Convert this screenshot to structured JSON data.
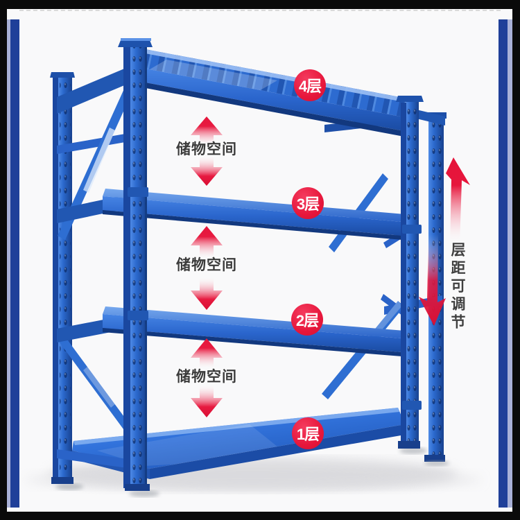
{
  "colors": {
    "rack_blue": "#2e6cd0",
    "rack_blue_dark": "#1c4ca6",
    "accent_red": "#e7173c",
    "frame_navy": "#1f3f99",
    "frame_lavender": "#a9b1d8",
    "annotation_text": "#3b3b3b"
  },
  "badges": [
    {
      "label": "4层"
    },
    {
      "label": "3层"
    },
    {
      "label": "2层"
    },
    {
      "label": "1层"
    }
  ],
  "space_labels": [
    {
      "text": "储物空间"
    },
    {
      "text": "储物空间"
    },
    {
      "text": "储物空间"
    }
  ],
  "side_note": {
    "text": "层距可调节"
  }
}
